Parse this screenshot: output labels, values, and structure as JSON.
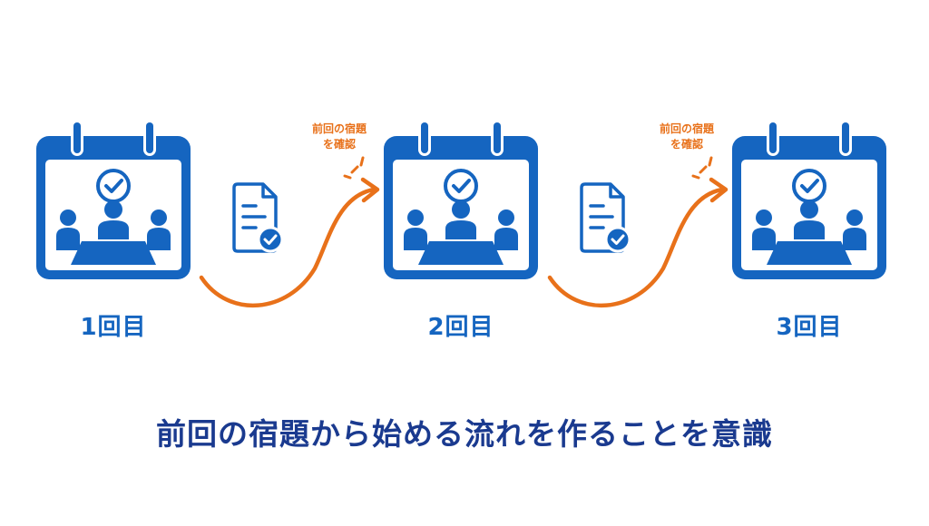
{
  "sessions": [
    {
      "label": "1回目"
    },
    {
      "label": "2回目"
    },
    {
      "label": "3回目"
    }
  ],
  "notes": [
    {
      "line1": "前回の宿題",
      "line2": "を確認"
    },
    {
      "line1": "前回の宿題",
      "line2": "を確認"
    }
  ],
  "caption": "前回の宿題から始める流れを作ることを意識",
  "colors": {
    "primary_blue": "#1565c0",
    "accent_orange": "#e8711a",
    "caption_navy": "#1a3a8f"
  },
  "icons": [
    "calendar-icon",
    "meeting-people-icon",
    "check-circle-icon",
    "document-check-icon",
    "curved-arrow-icon"
  ]
}
